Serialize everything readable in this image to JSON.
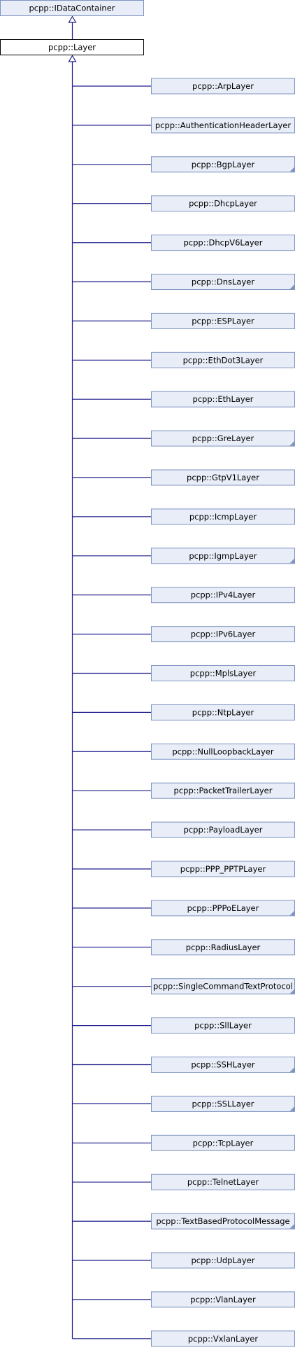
{
  "diagram": {
    "base": "pcpp::IDataContainer",
    "main": "pcpp::Layer",
    "children": [
      {
        "label": "pcpp::ArpLayer",
        "has_more": false
      },
      {
        "label": "pcpp::AuthenticationHeaderLayer",
        "has_more": false
      },
      {
        "label": "pcpp::BgpLayer",
        "has_more": true
      },
      {
        "label": "pcpp::DhcpLayer",
        "has_more": false
      },
      {
        "label": "pcpp::DhcpV6Layer",
        "has_more": false
      },
      {
        "label": "pcpp::DnsLayer",
        "has_more": true
      },
      {
        "label": "pcpp::ESPLayer",
        "has_more": false
      },
      {
        "label": "pcpp::EthDot3Layer",
        "has_more": false
      },
      {
        "label": "pcpp::EthLayer",
        "has_more": false
      },
      {
        "label": "pcpp::GreLayer",
        "has_more": true
      },
      {
        "label": "pcpp::GtpV1Layer",
        "has_more": false
      },
      {
        "label": "pcpp::IcmpLayer",
        "has_more": false
      },
      {
        "label": "pcpp::IgmpLayer",
        "has_more": true
      },
      {
        "label": "pcpp::IPv4Layer",
        "has_more": false
      },
      {
        "label": "pcpp::IPv6Layer",
        "has_more": false
      },
      {
        "label": "pcpp::MplsLayer",
        "has_more": false
      },
      {
        "label": "pcpp::NtpLayer",
        "has_more": false
      },
      {
        "label": "pcpp::NullLoopbackLayer",
        "has_more": false
      },
      {
        "label": "pcpp::PacketTrailerLayer",
        "has_more": false
      },
      {
        "label": "pcpp::PayloadLayer",
        "has_more": false
      },
      {
        "label": "pcpp::PPP_PPTPLayer",
        "has_more": false
      },
      {
        "label": "pcpp::PPPoELayer",
        "has_more": true
      },
      {
        "label": "pcpp::RadiusLayer",
        "has_more": false
      },
      {
        "label": "pcpp::SingleCommandTextProtocol",
        "has_more": true
      },
      {
        "label": "pcpp::SllLayer",
        "has_more": false
      },
      {
        "label": "pcpp::SSHLayer",
        "has_more": true
      },
      {
        "label": "pcpp::SSLLayer",
        "has_more": true
      },
      {
        "label": "pcpp::TcpLayer",
        "has_more": false
      },
      {
        "label": "pcpp::TelnetLayer",
        "has_more": false
      },
      {
        "label": "pcpp::TextBasedProtocolMessage",
        "has_more": true
      },
      {
        "label": "pcpp::UdpLayer",
        "has_more": false
      },
      {
        "label": "pcpp::VlanLayer",
        "has_more": false
      },
      {
        "label": "pcpp::VxlanLayer",
        "has_more": false
      }
    ],
    "colors": {
      "node_fill": "#e8edf7",
      "node_border": "#7f94c1",
      "main_fill": "#ffffff",
      "main_border": "#000000",
      "edge": "#1d1d8c"
    }
  }
}
